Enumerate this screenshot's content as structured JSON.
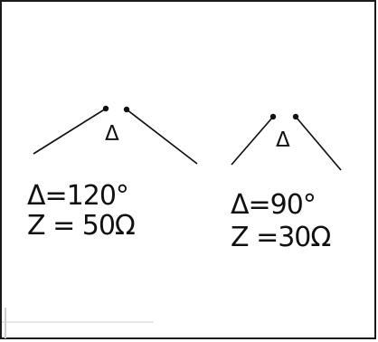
{
  "figure": {
    "left_antenna": {
      "symbol": "Δ",
      "angle_label": "Δ=120°",
      "impedance_label": "Z = 50Ω"
    },
    "right_antenna": {
      "symbol": "Δ",
      "angle_label": "Δ=90°",
      "impedance_label": "Z =30Ω"
    }
  }
}
